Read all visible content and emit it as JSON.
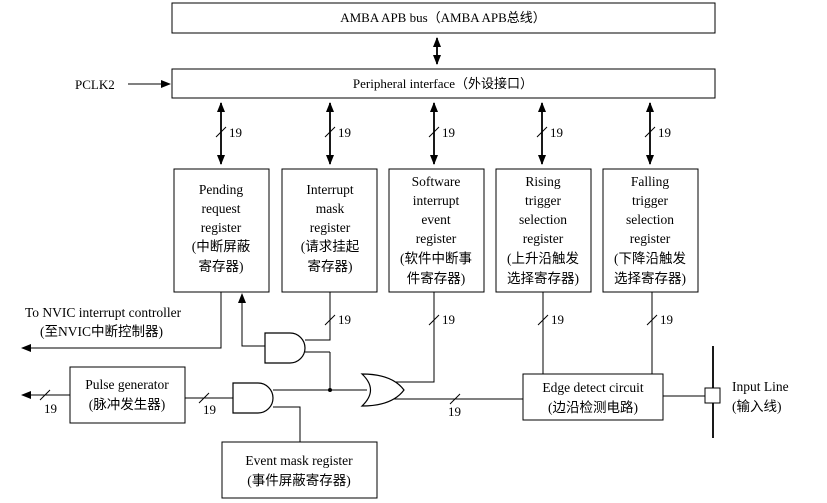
{
  "bus": {
    "label": "AMBA APB bus（AMBA APB总线）"
  },
  "peripheral": {
    "label": "Peripheral interface（外设接口）"
  },
  "pclk": {
    "label": "PCLK2"
  },
  "width_label": "19",
  "registers": [
    {
      "lines": [
        "Pending",
        "request",
        "register",
        "(中断屏蔽",
        "寄存器)"
      ]
    },
    {
      "lines": [
        "Interrupt",
        "mask",
        "register",
        "(请求挂起",
        "寄存器)"
      ]
    },
    {
      "lines": [
        "Software",
        "interrupt",
        "event",
        "register",
        "(软件中断事",
        "件寄存器)"
      ]
    },
    {
      "lines": [
        "Rising",
        "trigger",
        "selection",
        "register",
        "(上升沿触发",
        "选择寄存器)"
      ]
    },
    {
      "lines": [
        "Falling",
        "trigger",
        "selection",
        "register",
        "(下降沿触发",
        "选择寄存器)"
      ]
    }
  ],
  "nvic": {
    "line1": "To NVIC interrupt controller",
    "line2": "(至NVIC中断控制器)"
  },
  "pulse": {
    "line1": "Pulse generator",
    "line2": "(脉冲发生器)"
  },
  "event_mask": {
    "line1": "Event mask register",
    "line2": "(事件屏蔽寄存器)"
  },
  "edge": {
    "line1": "Edge detect circuit",
    "line2": "(边沿检测电路)"
  },
  "input": {
    "line1": "Input Line",
    "line2": "(输入线)"
  }
}
